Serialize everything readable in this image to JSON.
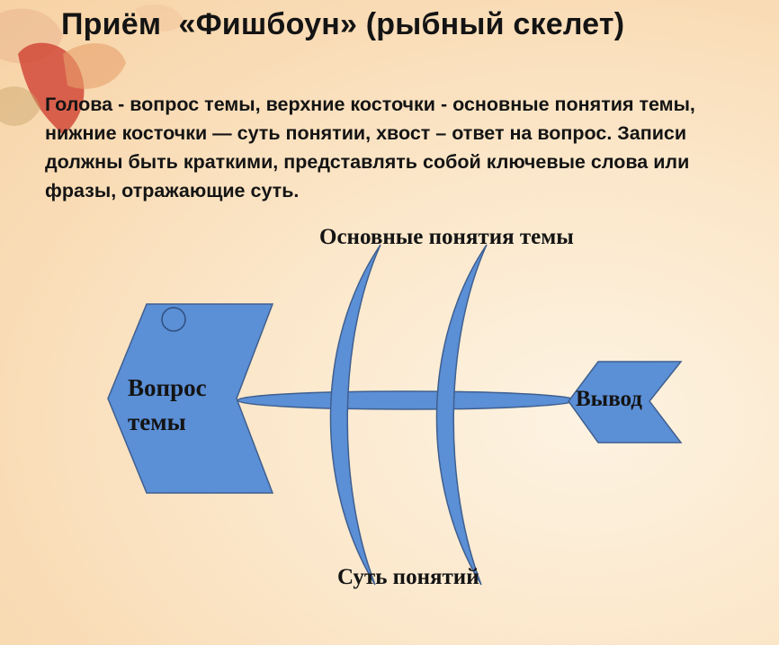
{
  "title": "Приём  «Фишбоун» (рыбный скелет)",
  "description": "Голова - вопрос темы, верхние косточки - основные понятия темы, нижние косточки — суть понятии, хвост – ответ на вопрос. Записи должны быть краткими, представлять собой ключевые слова или фразы, отражающие суть.",
  "diagram": {
    "top_label": "Основные понятия темы",
    "bottom_label": "Суть понятий",
    "head_label": "Вопрос темы",
    "tail_label": "Вывод"
  },
  "colors": {
    "shape_fill": "#5b8fd6",
    "shape_stroke": "#3f5f8f",
    "text": "#141414"
  },
  "decoration": "autumn-leaves"
}
